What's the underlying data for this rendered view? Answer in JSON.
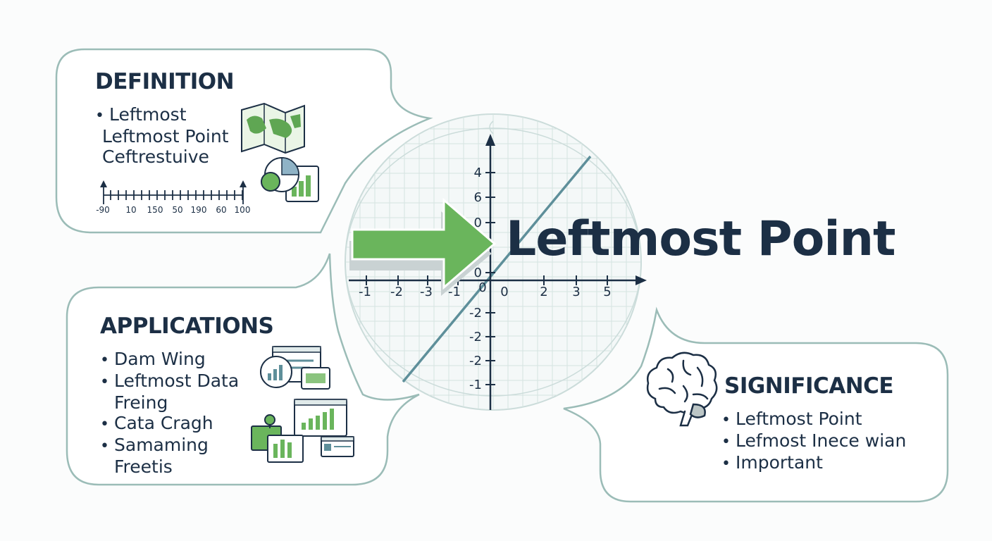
{
  "title": "Leftmost Point",
  "definition": {
    "heading": "DEFINITION",
    "bullet": "•",
    "lines": [
      "Leftmost",
      "Leftmost Point",
      "Ceftrestuive"
    ],
    "number_line_labels": [
      "-90",
      "10",
      "150",
      "50",
      "190",
      "60",
      "100"
    ]
  },
  "applications": {
    "heading": "APPLICATIONS",
    "bullet": "•",
    "items": [
      {
        "text": "Dam Wing"
      },
      {
        "text": "Leftmost Data",
        "cont": "Freing"
      },
      {
        "text": "Cata Cragh"
      },
      {
        "text": "Samaming",
        "cont": "Freetis"
      }
    ]
  },
  "significance": {
    "heading": "SIGNIFICANCE",
    "bullet": "•",
    "items": [
      "Leftmost Point",
      "Lefmost Inece wian",
      "Important"
    ]
  },
  "graph": {
    "x_labels": [
      "-1",
      "-2",
      "-3",
      "-1",
      "0",
      "0",
      "2",
      "3",
      "5"
    ],
    "y_labels": [
      "4",
      "6",
      "0",
      "0",
      "-2",
      "-2",
      "-2",
      "-1"
    ]
  },
  "colors": {
    "arrow": "#6ab55c",
    "ink": "#1c2f45",
    "panel_border": "#9bbcb7",
    "accent_green": "#6ab55c"
  },
  "icons": [
    "map-icon",
    "pie-chart-icon",
    "dashboard-icon",
    "brain-icon"
  ]
}
